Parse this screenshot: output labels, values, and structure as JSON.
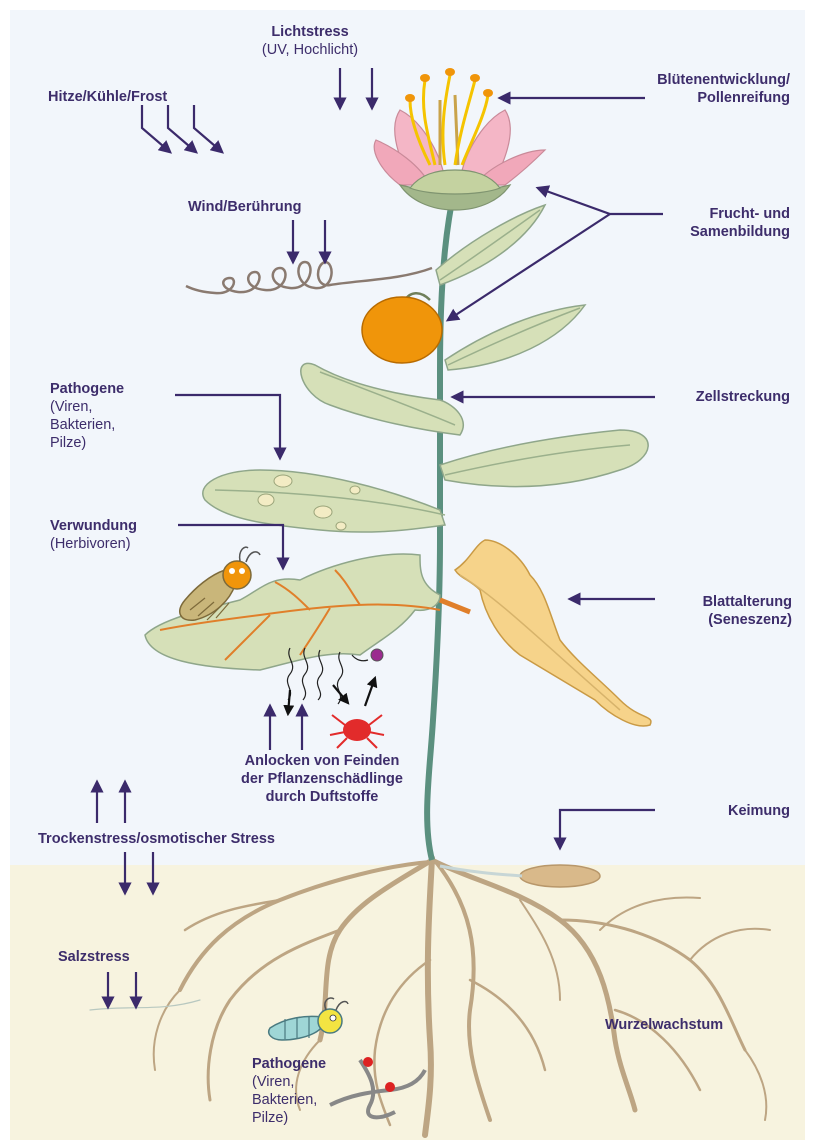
{
  "colors": {
    "sky": "#f2f6fb",
    "soil": "#f7f3df",
    "arrow": "#3b2a6b",
    "text": "#3d2d6b",
    "stem": "#5b907f",
    "leaf": "#d6e0b8",
    "leaf_vein": "#9bb08c",
    "senescent_leaf": "#f6d38a",
    "root": "#bda583",
    "fruit": "#f0950a",
    "petal": "#f4b6c6",
    "stamen": "#f5c400"
  },
  "labels": {
    "lichtstress": {
      "title": "Lichtstress",
      "sub": "(UV, Hochlicht)"
    },
    "hitze": {
      "title": "Hitze/Kühle/Frost"
    },
    "wind": {
      "title": "Wind/Berührung"
    },
    "pathogene_top": {
      "title": "Pathogene",
      "sub": [
        "(Viren,",
        "Bakterien,",
        "Pilze)"
      ]
    },
    "verwundung": {
      "title": "Verwundung",
      "sub": "(Herbivoren)"
    },
    "anlocken": {
      "lines": [
        "Anlocken von Feinden",
        "der Pflanzenschädlinge",
        "durch Duftstoffe"
      ]
    },
    "trockenstress": {
      "title": "Trockenstress/osmotischer Stress"
    },
    "salzstress": {
      "title": "Salzstress"
    },
    "pathogene_bottom": {
      "title": "Pathogene",
      "sub": [
        "(Viren,",
        "Bakterien,",
        "Pilze)"
      ]
    },
    "bluete": {
      "lines": [
        "Blütenentwicklung/",
        "Pollenreifung"
      ]
    },
    "frucht": {
      "lines": [
        "Frucht- und",
        "Samenbildung"
      ]
    },
    "zellstreckung": {
      "title": "Zellstreckung"
    },
    "blattalterung": {
      "lines": [
        "Blattalterung",
        "(Seneszenz)"
      ]
    },
    "keimung": {
      "title": "Keimung"
    },
    "wurzelwachstum": {
      "title": "Wurzelwachstum"
    }
  }
}
